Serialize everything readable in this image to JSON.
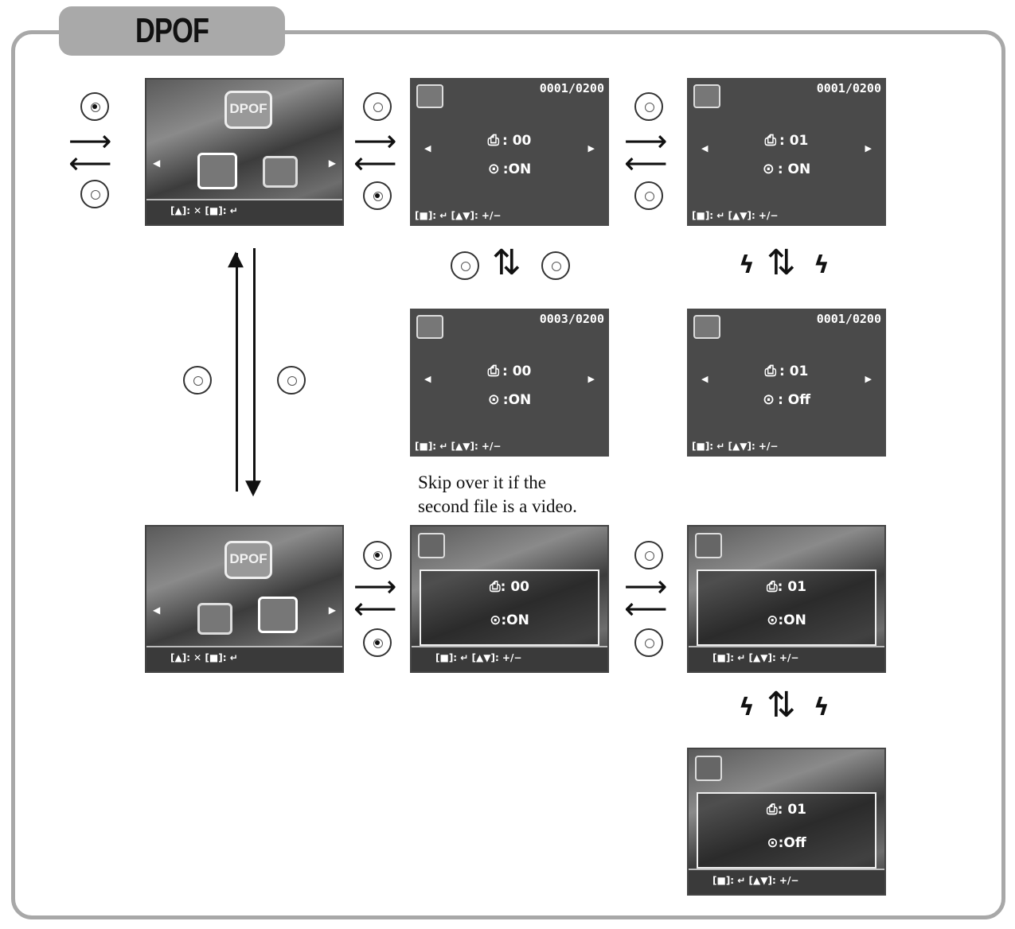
{
  "title": "DPOF",
  "menu_badge": "DPOF",
  "note": {
    "line1": "Skip over it if the",
    "line2": "second file is a video."
  },
  "screens": {
    "s1": {
      "file": "0001/0200",
      "prints": ": 00",
      "timer": ":ON",
      "foot": "[■]: ↵  [▲▼]: +/−"
    },
    "s2": {
      "file": "0001/0200",
      "prints": ": 01",
      "timer": ": ON",
      "foot": "[■]: ↵  [▲▼]: +/−"
    },
    "s3": {
      "file": "0003/0200",
      "prints": ": 00",
      "timer": ":ON",
      "foot": "[■]: ↵  [▲▼]: +/−"
    },
    "s4": {
      "file": "0001/0200",
      "prints": ": 01",
      "timer": ": Off",
      "foot": "[■]: ↵  [▲▼]: +/−"
    },
    "v1": {
      "prints": ": 00",
      "timer": ":ON",
      "foot": "[■]: ↵  [▲▼]: +/−"
    },
    "v2": {
      "prints": ": 01",
      "timer": ":ON",
      "foot": "[■]: ↵  [▲▼]: +/−"
    },
    "v3": {
      "prints": ": 01",
      "timer": ":Off",
      "foot": "[■]: ↵  [▲▼]: +/−"
    }
  },
  "menu_foot": "[▲]: ✕  [■]: ↵",
  "icons": {
    "print": "printer-icon",
    "clock": "clock-icon",
    "dial": "dpad-icon",
    "bolt": "flash-icon"
  }
}
